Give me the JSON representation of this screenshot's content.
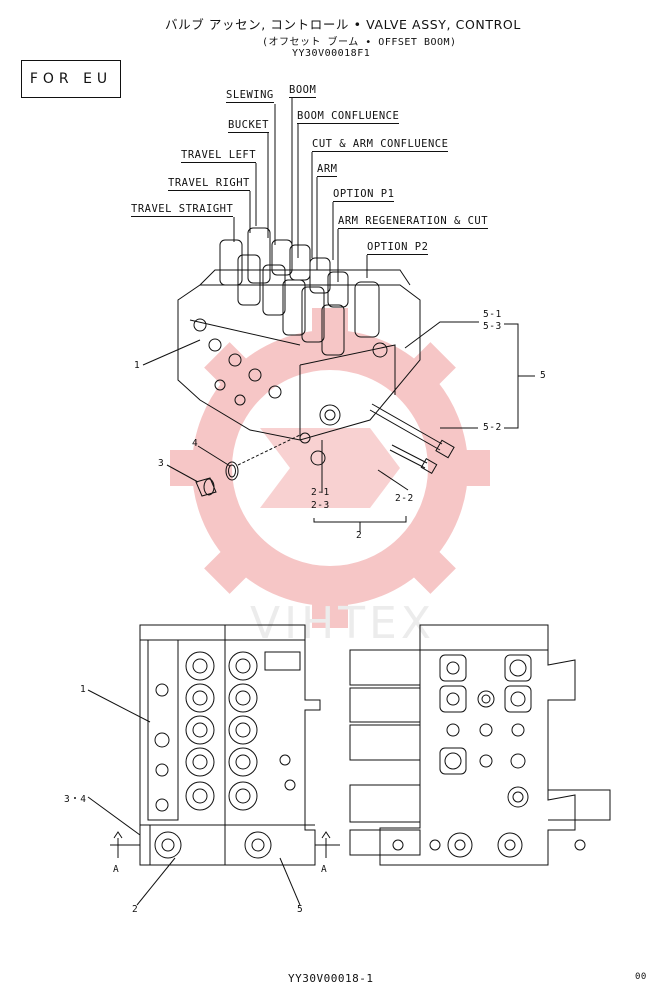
{
  "header": {
    "title_line1": "バルブ アッセン, コントロール  •  VALVE ASSY, CONTROL",
    "title_line2": "(オフセット ブーム  •  OFFSET BOOM)",
    "part_code": "YY30V00018F1"
  },
  "region_badge": "FOR  EU",
  "callouts": {
    "slewing": "SLEWING",
    "boom": "BOOM",
    "bucket": "BUCKET",
    "boom_confluence": "BOOM CONFLUENCE",
    "travel_left": "TRAVEL LEFT",
    "cut_arm_confluence": "CUT & ARM CONFLUENCE",
    "arm": "ARM",
    "travel_right": "TRAVEL RIGHT",
    "option_p1": "OPTION P1",
    "travel_straight": "TRAVEL STRAIGHT",
    "arm_regen_cut": "ARM REGENERATION & CUT",
    "option_p2": "OPTION P2"
  },
  "part_numbers": {
    "p1": "1",
    "p3": "3",
    "p4": "4",
    "p2_1": "2-1",
    "p2_3": "2-3",
    "p2_2": "2-2",
    "p2": "2",
    "p5_1": "5-1",
    "p5_3": "5-3",
    "p5": "5",
    "p5_2": "5-2",
    "lower_p1": "1",
    "lower_p34": "3・4",
    "lower_p2": "2",
    "lower_p5": "5",
    "section_a_left": "A",
    "section_a_right": "A"
  },
  "watermark": "VIHTEX",
  "footer": {
    "drawing_code": "YY30V00018-1",
    "page": "00"
  }
}
